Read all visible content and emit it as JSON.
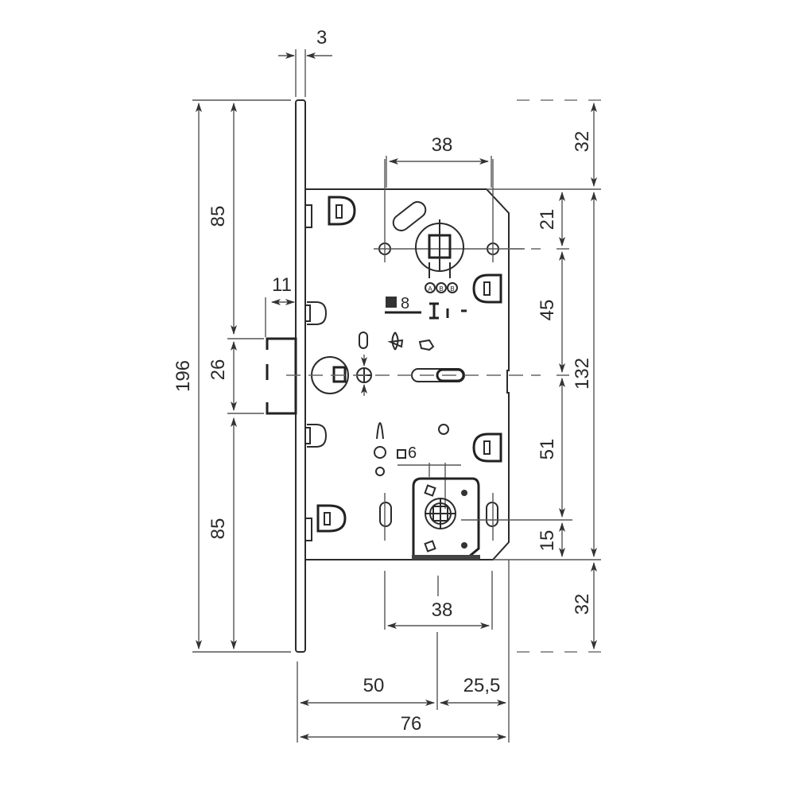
{
  "drawing": {
    "subject": "Mortise lock body technical drawing",
    "units": "mm",
    "dimensions": {
      "faceplate_thickness": "3",
      "overall_height": "196",
      "top_to_latch": "85",
      "latch_height": "26",
      "latch_to_bottom": "85",
      "latch_projection": "11",
      "top_hole_spacing": "38",
      "bottom_hole_spacing": "38",
      "top_overhang": "32",
      "bottom_overhang": "32",
      "body_height": "132",
      "top_to_handle_axis": "21",
      "handle_to_latch_axis": "45",
      "latch_to_key_axis": "51",
      "key_to_bottom": "15",
      "backset": "50",
      "key_to_back": "25,5",
      "overall_depth": "76",
      "square_spindle": "8",
      "square_turn": "6"
    },
    "cam_labels": [
      "A",
      "B",
      "B"
    ]
  }
}
